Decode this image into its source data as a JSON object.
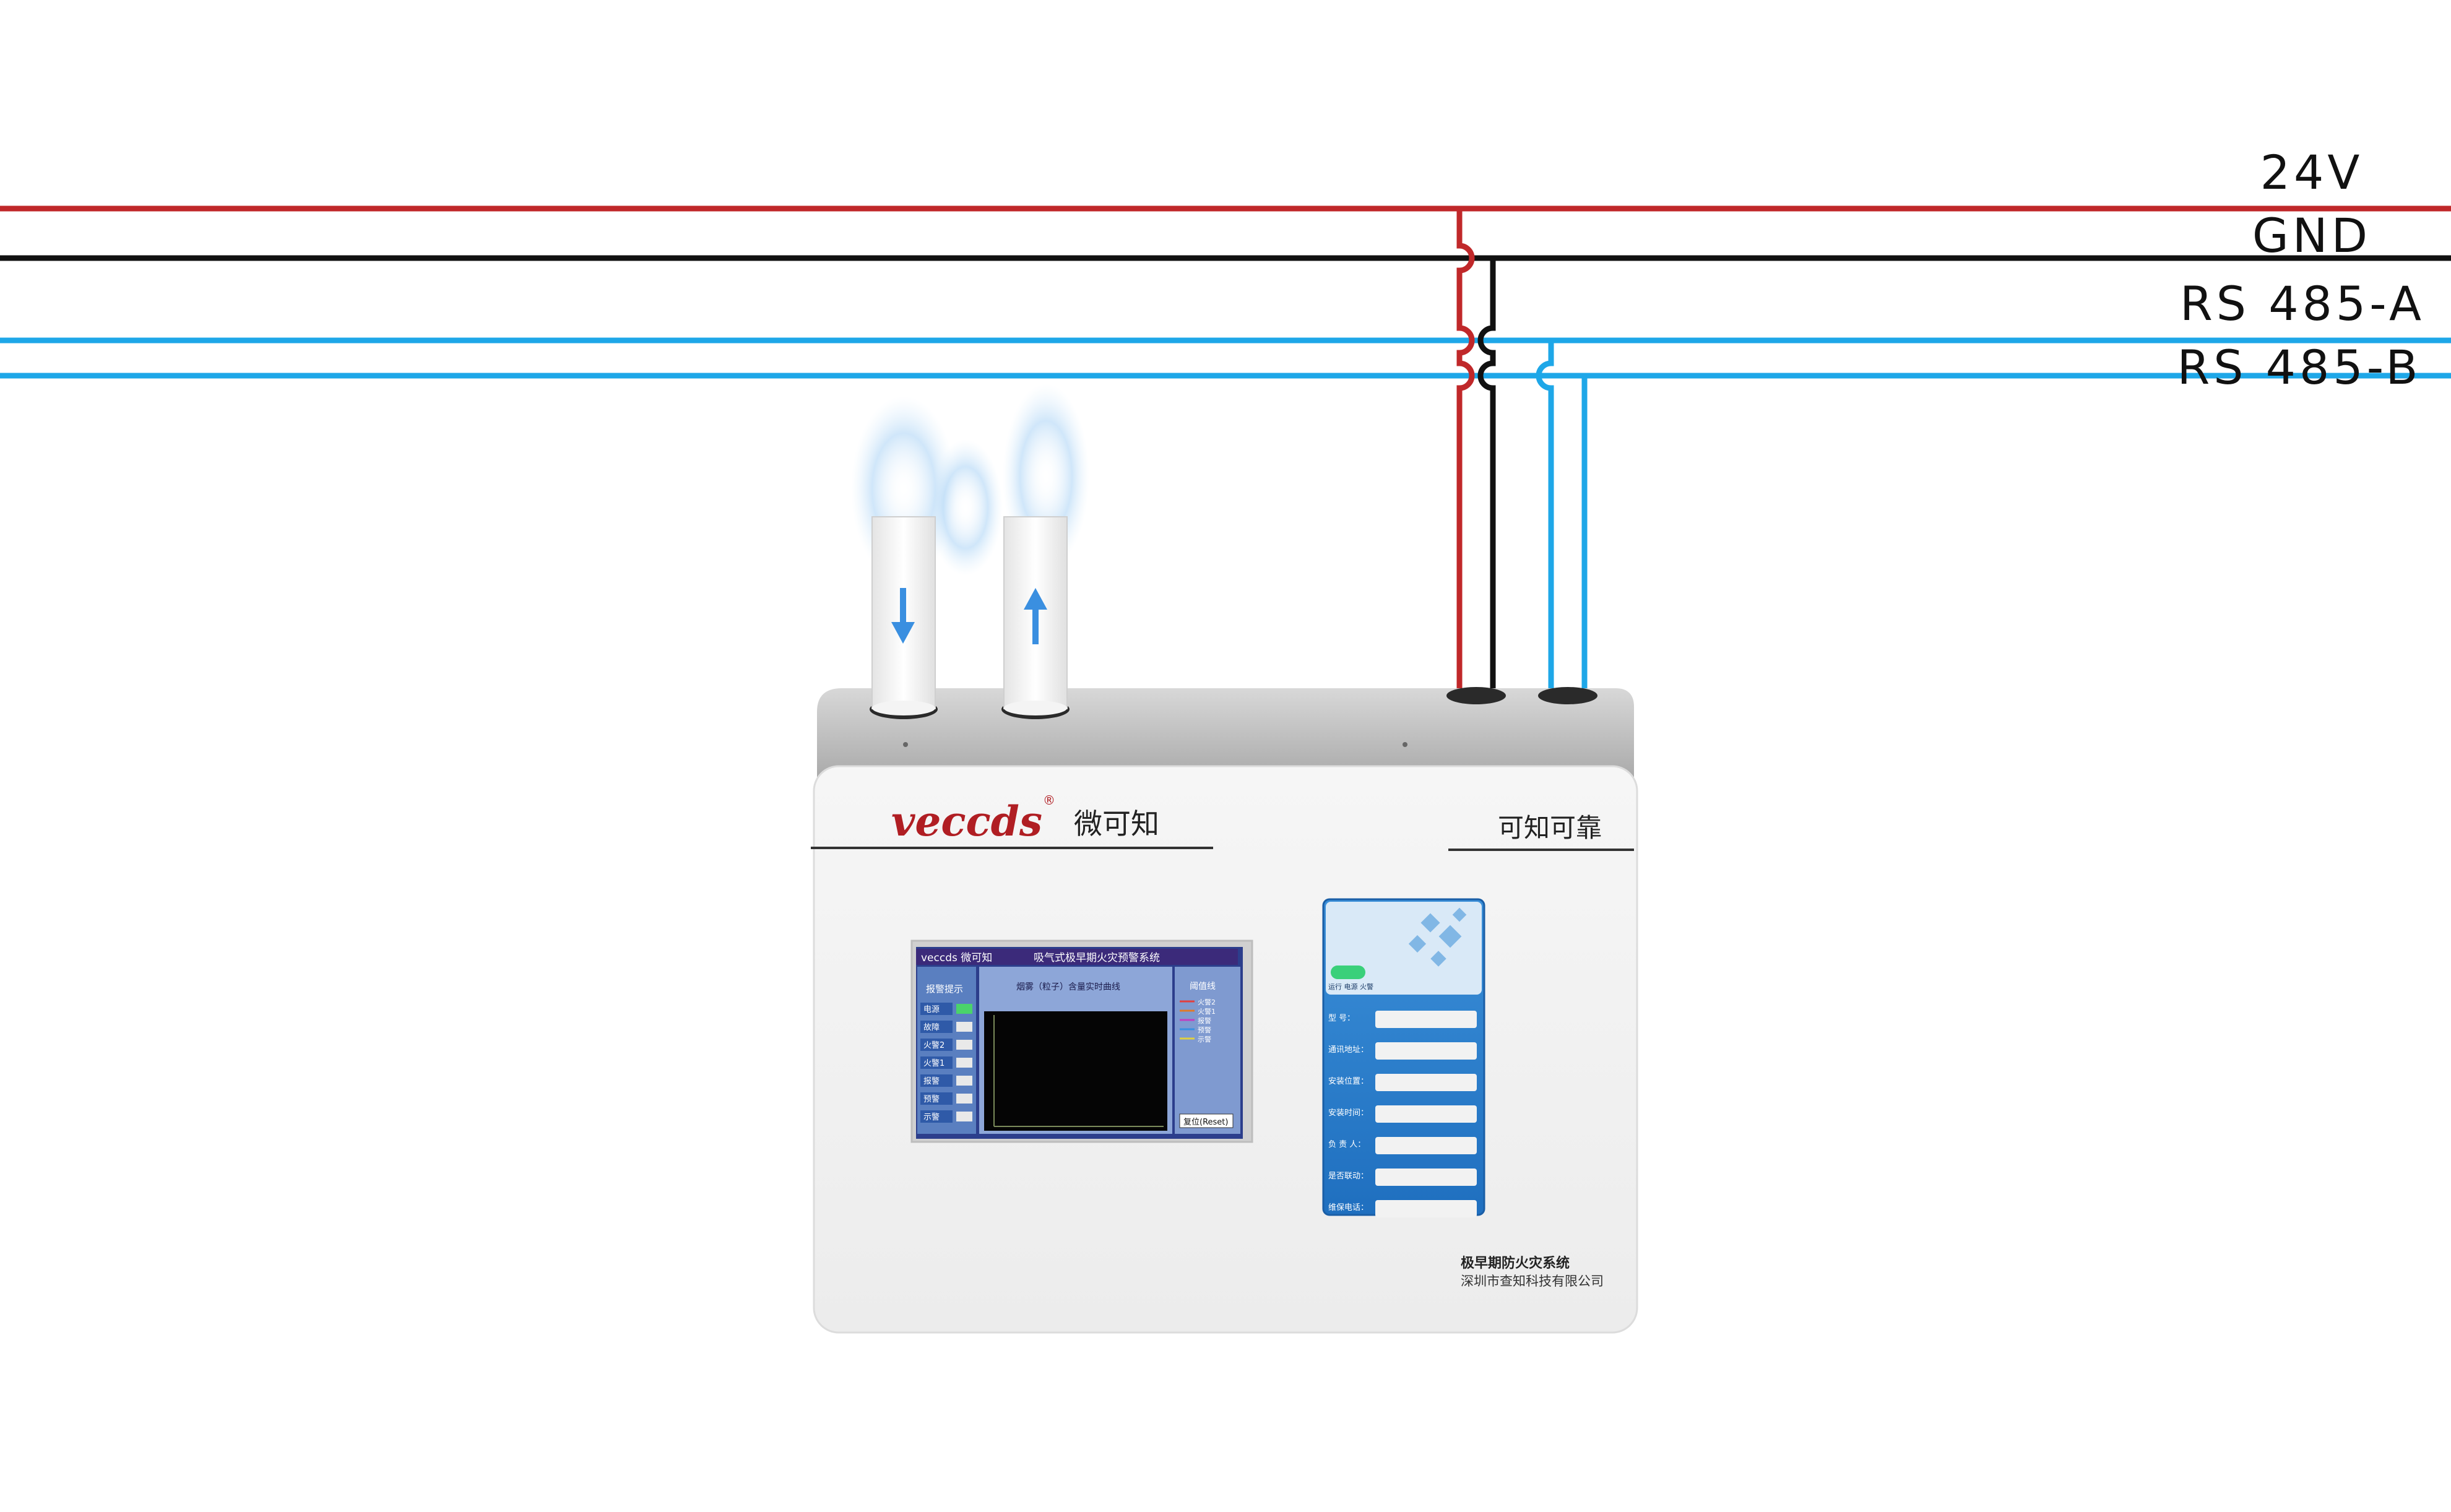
{
  "bus_labels": {
    "v24": "24V",
    "gnd": "GND",
    "rs485a": "RS 485-A",
    "rs485b": "RS 485-B"
  },
  "colors": {
    "power": "#c0282a",
    "ground": "#111111",
    "rs485": "#1ea7e8",
    "device_body": "#f2f2f2",
    "device_top": "#c8c8c8",
    "screen_header": "#3b2a7a",
    "screen_panel": "#5a7fc0",
    "label_panel": "#2a7fcc",
    "brand_red": "#b01e23"
  },
  "device": {
    "brand_logo": "veccds",
    "brand_cn": "微可知",
    "slogan": "可知可靠",
    "system_name": "极早期防火灾系统",
    "company": "深圳市查知科技有限公司"
  },
  "pipes": {
    "intake_icon": "arrow-down-icon",
    "exhaust_icon": "arrow-up-icon"
  },
  "screen": {
    "header_brand": "veccds 微可知",
    "header_title": "吸气式极早期火灾预警系统",
    "left_title": "报警提示",
    "chart_title": "烟雾（粒子）含量实时曲线",
    "right_title": "阈值线",
    "left_items": [
      "电源",
      "故障",
      "火警2",
      "火警1",
      "报警",
      "预警",
      "示警"
    ],
    "legend_items": [
      "火警2",
      "火警1",
      "报警",
      "预警",
      "示警"
    ],
    "reset_button": "复位(Reset)"
  },
  "label_panel": {
    "status_text": "运行  电源  火警",
    "fields": [
      "型      号：",
      "通讯地址：",
      "安装位置：",
      "安装时间：",
      "负 责 人：",
      "是否联动：",
      "维保电话："
    ]
  }
}
